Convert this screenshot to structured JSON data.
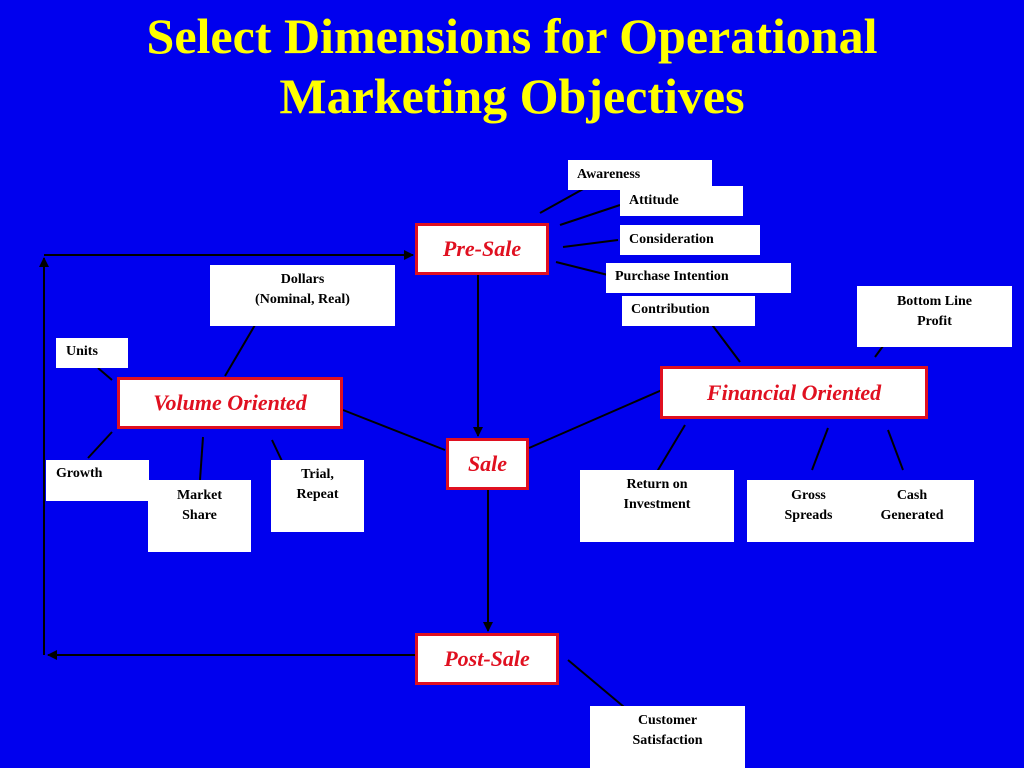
{
  "title": {
    "line1": "Select Dimensions for Operational",
    "line2": "Marketing Objectives"
  },
  "nodes": {
    "pre_sale": "Pre-Sale",
    "sale": "Sale",
    "post_sale": "Post-Sale",
    "volume_oriented": "Volume Oriented",
    "financial_oriented": "Financial Oriented"
  },
  "labels": {
    "awareness": "Awareness",
    "attitude": "Attitude",
    "consideration": "Consideration",
    "purchase_intention": "Purchase Intention",
    "contribution": "Contribution",
    "dollars": [
      "Dollars",
      "(Nominal, Real)"
    ],
    "units": "Units",
    "growth": "Growth",
    "market_share": [
      "Market",
      "Share"
    ],
    "trial_repeat": [
      "Trial,",
      "Repeat"
    ],
    "bottom_line_profit": [
      "Bottom Line",
      "Profit"
    ],
    "return_on_investment": [
      "Return on",
      "Investment"
    ],
    "gross_spreads": [
      "Gross",
      "Spreads"
    ],
    "cash_generated": [
      "Cash",
      "Generated"
    ],
    "customer_satisfaction": [
      "Customer",
      "Satisfaction"
    ]
  },
  "colors": {
    "background": "#0000ee",
    "title": "#ffff00",
    "node_border": "#e01020",
    "node_text": "#e01020",
    "box_fill": "#ffffff",
    "line": "#000000"
  }
}
